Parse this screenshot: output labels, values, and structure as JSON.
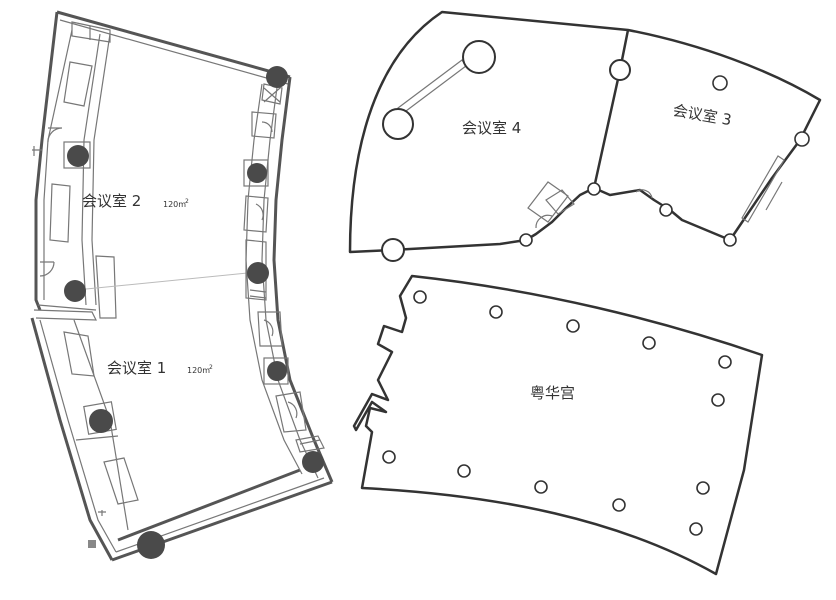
{
  "rooms": {
    "room2": {
      "name": "会议室 2",
      "area": "120m",
      "area_sup": "2"
    },
    "room1": {
      "name": "会议室 1",
      "area": "120m",
      "area_sup": "2"
    },
    "room4": {
      "name": "会议室 4"
    },
    "room3": {
      "name": "会议室 3"
    },
    "yuehua": {
      "name": "粤华宫"
    }
  }
}
